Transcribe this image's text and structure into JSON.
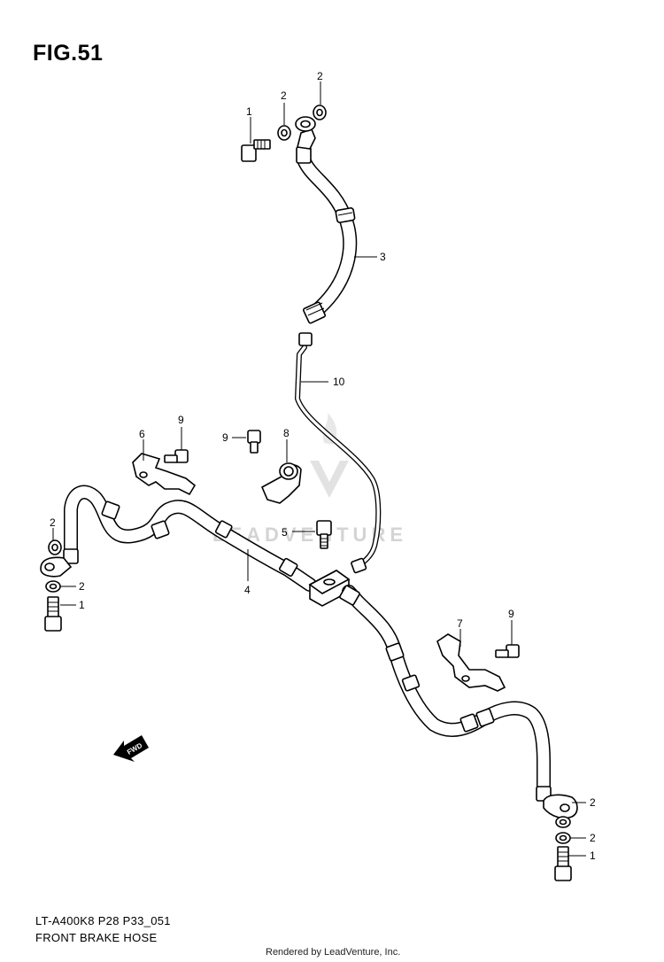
{
  "figure": {
    "title": "FIG.51",
    "model_code": "LT-A400K8 P28 P33_051",
    "caption": "FRONT BRAKE  HOSE",
    "credit": "Rendered by LeadVenture, Inc.",
    "watermark": "LEADVENTURE"
  },
  "callouts": [
    {
      "label": "1",
      "part": "bolt"
    },
    {
      "label": "2",
      "part": "washer"
    },
    {
      "label": "2",
      "part": "washer"
    },
    {
      "label": "3",
      "part": "upper brake hose"
    },
    {
      "label": "10",
      "part": "brake pipe"
    },
    {
      "label": "9",
      "part": "bolt"
    },
    {
      "label": "6",
      "part": "bracket"
    },
    {
      "label": "9",
      "part": "bolt"
    },
    {
      "label": "8",
      "part": "clamp"
    },
    {
      "label": "5",
      "part": "bolt"
    },
    {
      "label": "2",
      "part": "washer"
    },
    {
      "label": "2",
      "part": "washer"
    },
    {
      "label": "1",
      "part": "bolt"
    },
    {
      "label": "4",
      "part": "lower brake hose"
    },
    {
      "label": "7",
      "part": "bracket"
    },
    {
      "label": "9",
      "part": "bolt"
    },
    {
      "label": "2",
      "part": "washer"
    },
    {
      "label": "2",
      "part": "washer"
    },
    {
      "label": "1",
      "part": "bolt"
    }
  ],
  "icons": {
    "direction": "fwd-arrow-icon",
    "direction_text": "FWD"
  }
}
